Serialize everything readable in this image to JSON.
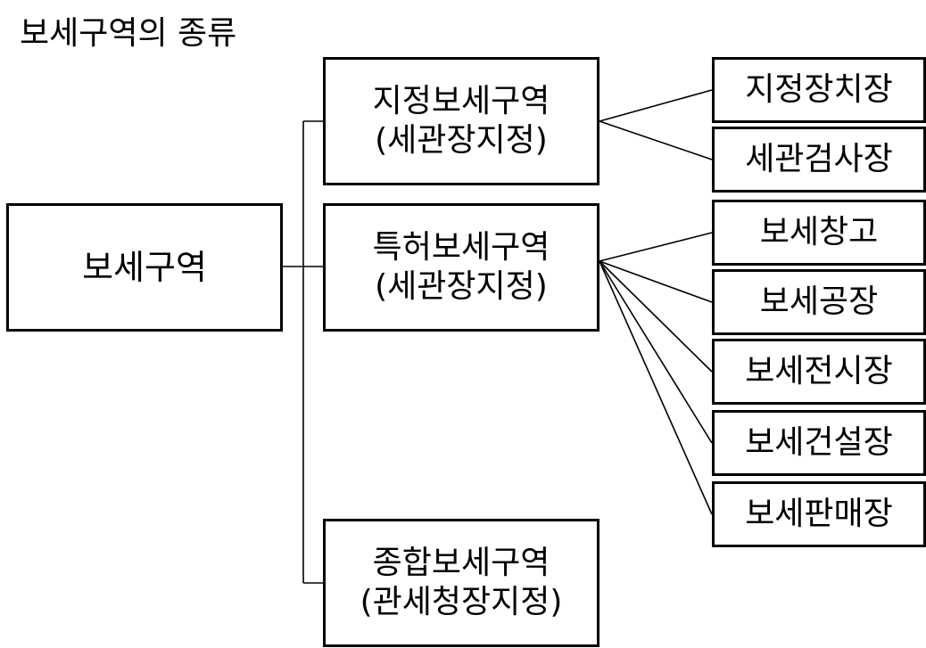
{
  "title": "보세구역의 종류",
  "root": {
    "label": "보세구역"
  },
  "categories": [
    {
      "name": "지정보세구역",
      "designation": "(세관장지정)"
    },
    {
      "name": "특허보세구역",
      "designation": "(세관장지정)"
    },
    {
      "name": "종합보세구역",
      "designation": "(관세청장지정)"
    }
  ],
  "leaves": [
    {
      "label": "지정장치장"
    },
    {
      "label": "세관검사장"
    },
    {
      "label": "보세창고"
    },
    {
      "label": "보세공장"
    },
    {
      "label": "보세전시장"
    },
    {
      "label": "보세건설장"
    },
    {
      "label": "보세판매장"
    }
  ]
}
